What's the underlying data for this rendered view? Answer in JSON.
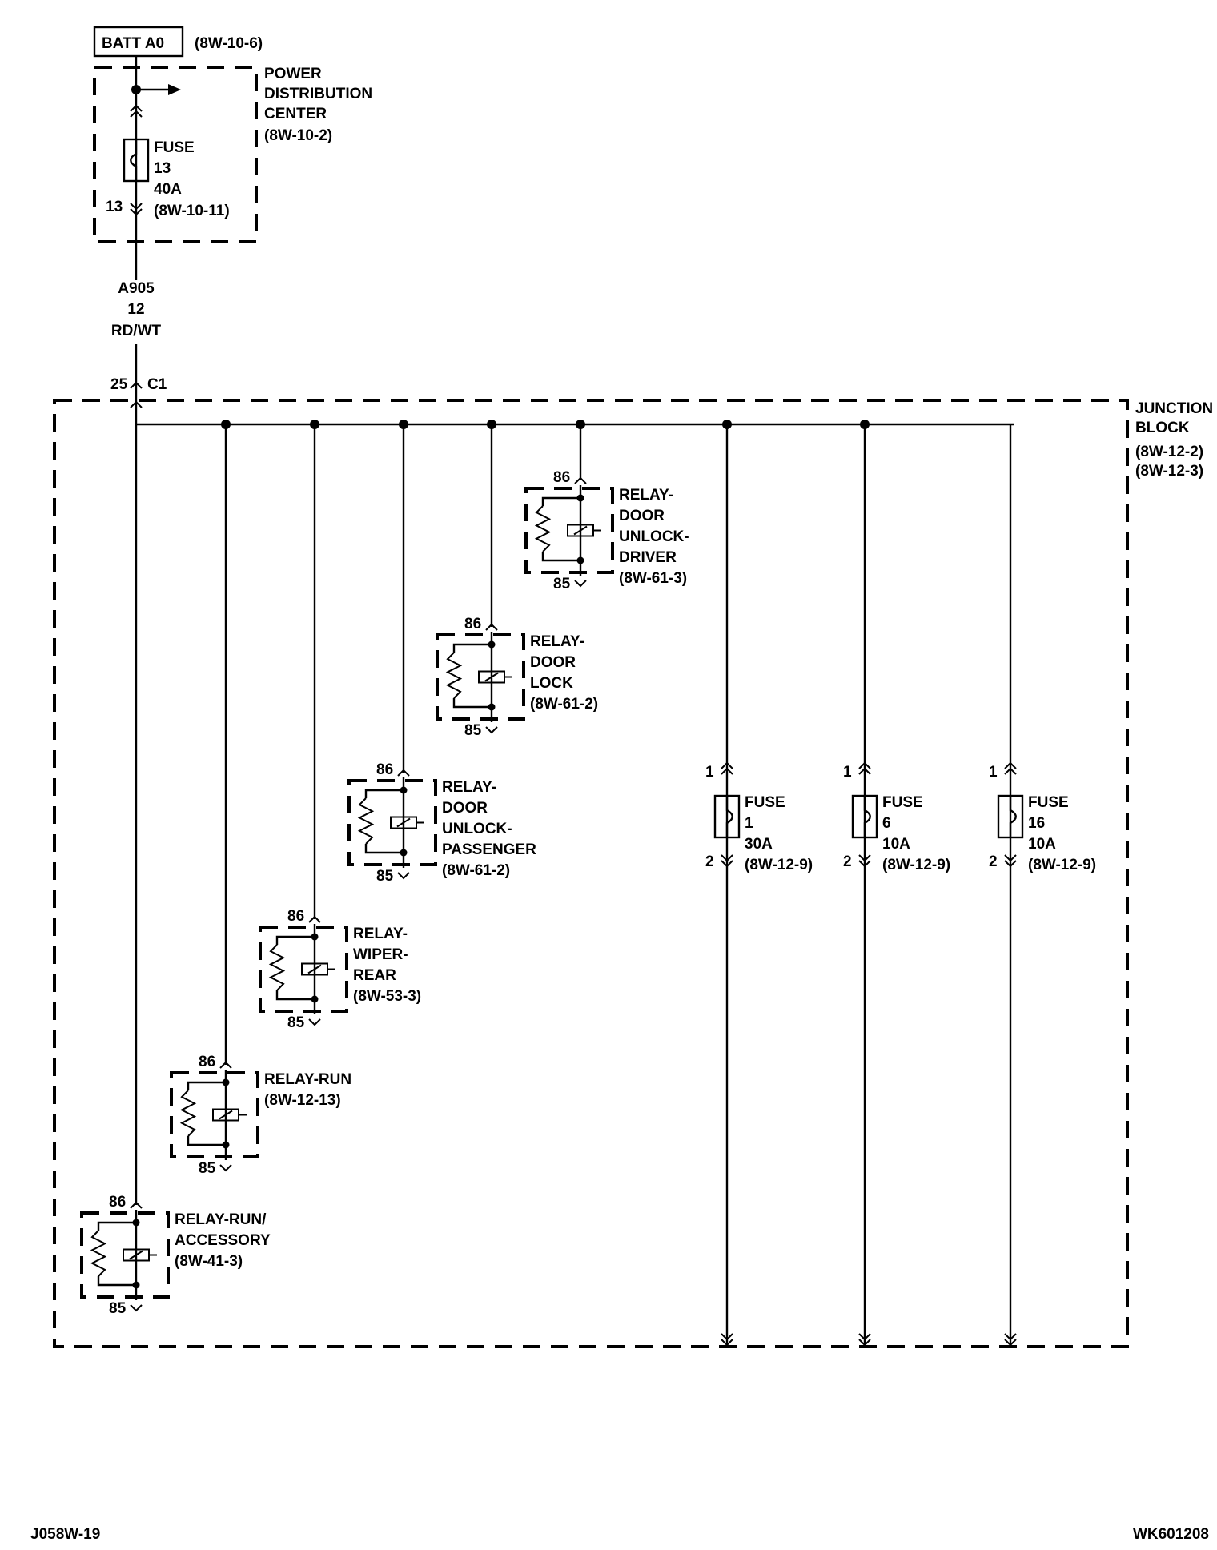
{
  "battery": {
    "label": "BATT A0",
    "ref": "(8W-10-6)"
  },
  "pdc": {
    "name_lines": [
      "POWER",
      "DISTRIBUTION",
      "CENTER"
    ],
    "ref": "(8W-10-2)",
    "fuse": {
      "label": "FUSE",
      "number": "13",
      "rating": "40A",
      "ref": "(8W-10-11)",
      "pin": "13"
    }
  },
  "wire": {
    "circuit": "A905",
    "gauge": "12",
    "color": "RD/WT"
  },
  "connector": {
    "pin": "25",
    "name": "C1"
  },
  "junction_block": {
    "name_lines": [
      "JUNCTION",
      "BLOCK"
    ],
    "refs": [
      "(8W-12-2)",
      "(8W-12-3)"
    ]
  },
  "relays": [
    {
      "id": "relay-run-accessory",
      "pin_in": "86",
      "pin_out": "85",
      "lines": [
        "RELAY-RUN/",
        "ACCESSORY",
        "(8W-41-3)"
      ]
    },
    {
      "id": "relay-run",
      "pin_in": "86",
      "pin_out": "85",
      "lines": [
        "RELAY-RUN",
        "(8W-12-13)"
      ]
    },
    {
      "id": "relay-wiper-rear",
      "pin_in": "86",
      "pin_out": "85",
      "lines": [
        "RELAY-",
        "WIPER-",
        "REAR",
        "(8W-53-3)"
      ]
    },
    {
      "id": "relay-door-unlock-passenger",
      "pin_in": "86",
      "pin_out": "85",
      "lines": [
        "RELAY-",
        "DOOR",
        "UNLOCK-",
        "PASSENGER",
        "(8W-61-2)"
      ]
    },
    {
      "id": "relay-door-lock",
      "pin_in": "86",
      "pin_out": "85",
      "lines": [
        "RELAY-",
        "DOOR",
        "LOCK",
        "(8W-61-2)"
      ]
    },
    {
      "id": "relay-door-unlock-driver",
      "pin_in": "86",
      "pin_out": "85",
      "lines": [
        "RELAY-",
        "DOOR",
        "UNLOCK-",
        "DRIVER",
        "(8W-61-3)"
      ]
    }
  ],
  "fuses": [
    {
      "id": "fuse-1",
      "pin_in": "1",
      "pin_out": "2",
      "lines": [
        "FUSE",
        "1",
        "30A",
        "(8W-12-9)"
      ]
    },
    {
      "id": "fuse-6",
      "pin_in": "1",
      "pin_out": "2",
      "lines": [
        "FUSE",
        "6",
        "10A",
        "(8W-12-9)"
      ]
    },
    {
      "id": "fuse-16",
      "pin_in": "1",
      "pin_out": "2",
      "lines": [
        "FUSE",
        "16",
        "10A",
        "(8W-12-9)"
      ]
    }
  ],
  "footer": {
    "left": "J058W-19",
    "right": "WK601208"
  }
}
